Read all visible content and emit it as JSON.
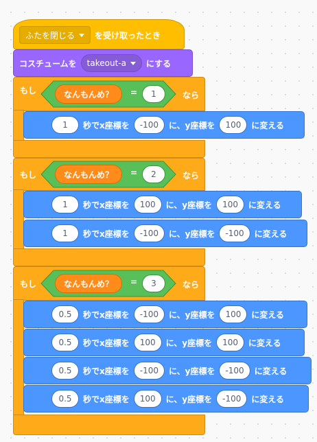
{
  "hat": {
    "label_suffix": "を受け取ったとき",
    "message": "ふたを閉じる"
  },
  "costume": {
    "prefix": "コスチュームを",
    "value": "takeout-a",
    "suffix": "にする"
  },
  "control": {
    "if_label": "もし",
    "then_label": "なら"
  },
  "reporter": {
    "label": "なんもんめ？"
  },
  "op": {
    "equals": "="
  },
  "glide": {
    "sec_label": "秒でx座標を",
    "y_label": "に、y座標を",
    "end_label": "に変える"
  },
  "ifs": [
    {
      "value": "1",
      "moves": [
        {
          "secs": "1",
          "x": "-100",
          "y": "100"
        }
      ]
    },
    {
      "value": "2",
      "moves": [
        {
          "secs": "1",
          "x": "100",
          "y": "100"
        },
        {
          "secs": "1",
          "x": "-100",
          "y": "-100"
        }
      ]
    },
    {
      "value": "3",
      "moves": [
        {
          "secs": "0.5",
          "x": "-100",
          "y": "100"
        },
        {
          "secs": "0.5",
          "x": "100",
          "y": "100"
        },
        {
          "secs": "0.5",
          "x": "-100",
          "y": "-100"
        },
        {
          "secs": "0.5",
          "x": "100",
          "y": "-100"
        }
      ]
    }
  ]
}
